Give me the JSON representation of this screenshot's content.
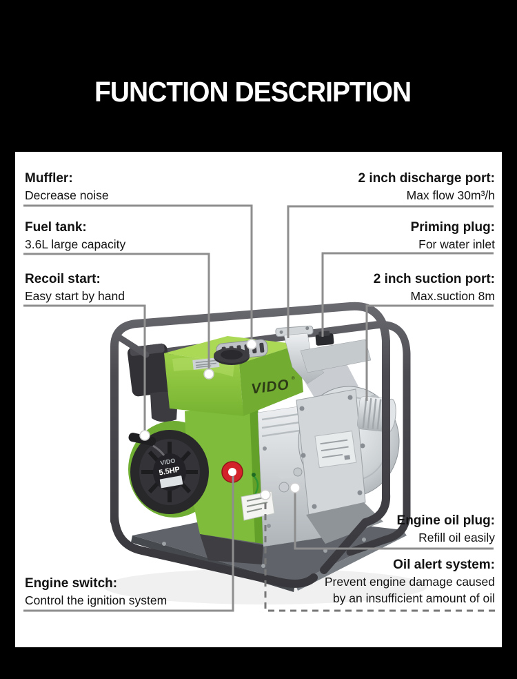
{
  "title": "FUNCTION DESCRIPTION",
  "product": {
    "logo": "VIDO",
    "logo_mark": "®",
    "recoil_logo": "VIDO",
    "recoil_power": "5.5HP"
  },
  "callouts": {
    "left": [
      {
        "heading": "Muffler:",
        "body": "Decrease noise"
      },
      {
        "heading": "Fuel tank:",
        "body": "3.6L large capacity"
      },
      {
        "heading": "Recoil start:",
        "body": "Easy start by hand"
      },
      {
        "heading": "Engine switch:",
        "body": "Control the ignition system"
      }
    ],
    "right": [
      {
        "heading": "2 inch discharge port:",
        "body": "Max flow 30m³/h"
      },
      {
        "heading": "Priming plug:",
        "body": "For water inlet"
      },
      {
        "heading": "2 inch suction port:",
        "body": "Max.suction 8m"
      },
      {
        "heading": "Engine oil plug:",
        "body": "Refill oil easily"
      },
      {
        "heading": "Oil alert system:",
        "body_lines": [
          "Prevent engine damage caused",
          "by an insufficient amount of oil"
        ]
      }
    ]
  },
  "colors": {
    "page_bg": "#000000",
    "panel_bg": "#ffffff",
    "accent_green": "#8cc63f",
    "frame_gray": "#47474c",
    "line_gray": "#8e8e8e",
    "switch_red": "#d2232a"
  }
}
